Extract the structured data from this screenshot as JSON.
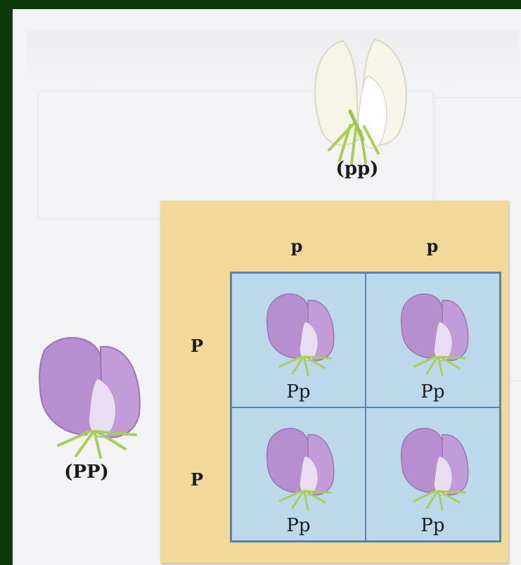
{
  "top_parent": {
    "genotype": "(pp)",
    "flower_color": "white"
  },
  "left_parent": {
    "genotype": "(PP)",
    "flower_color": "purple"
  },
  "punnett_square": {
    "column_alleles": [
      "p",
      "p"
    ],
    "row_alleles": [
      "P",
      "P"
    ],
    "cells": [
      {
        "genotype": "Pp",
        "flower_color": "purple"
      },
      {
        "genotype": "Pp",
        "flower_color": "purple"
      },
      {
        "genotype": "Pp",
        "flower_color": "purple"
      },
      {
        "genotype": "Pp",
        "flower_color": "purple"
      }
    ]
  },
  "colors": {
    "frame": "#0d3a0b",
    "board": "#f2d99a",
    "grid_cell": "#bcd9ec",
    "grid_line": "#5a83a8",
    "purple_petal": "#b78ed0",
    "white_petal": "#f6f4e6",
    "leaf_green": "#a6cf57"
  }
}
